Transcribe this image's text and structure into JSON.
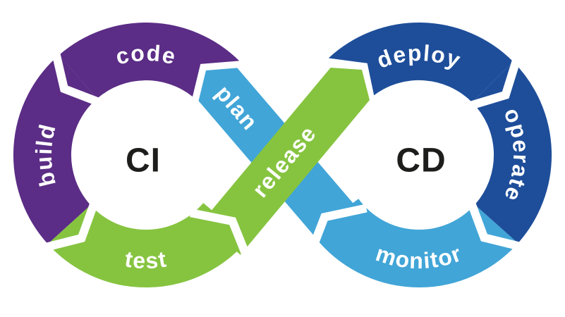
{
  "diagram": {
    "kind": "devops-ci-cd-infinity-loop",
    "left_loop": {
      "center_label": "CI",
      "segments": [
        {
          "id": "code",
          "label": "code",
          "color": "#5b2d86"
        },
        {
          "id": "build",
          "label": "build",
          "color": "#5b2d86"
        },
        {
          "id": "test",
          "label": "test",
          "color": "#86c440"
        }
      ]
    },
    "right_loop": {
      "center_label": "CD",
      "segments": [
        {
          "id": "deploy",
          "label": "deploy",
          "color": "#1e4e9a"
        },
        {
          "id": "operate",
          "label": "operate",
          "color": "#1e4e9a"
        },
        {
          "id": "monitor",
          "label": "monitor",
          "color": "#41a5d7"
        }
      ]
    },
    "cross_bands": [
      {
        "id": "plan",
        "label": "plan",
        "color": "#41a5d7"
      },
      {
        "id": "release",
        "label": "release",
        "color": "#86c440"
      }
    ],
    "colors": {
      "purple": "#5b2d86",
      "dark_blue": "#1e4e9a",
      "light_blue": "#41a5d7",
      "green": "#86c440",
      "segment_text": "#ffffff",
      "center_text": "#1d1d1b",
      "background": "#ffffff"
    }
  }
}
